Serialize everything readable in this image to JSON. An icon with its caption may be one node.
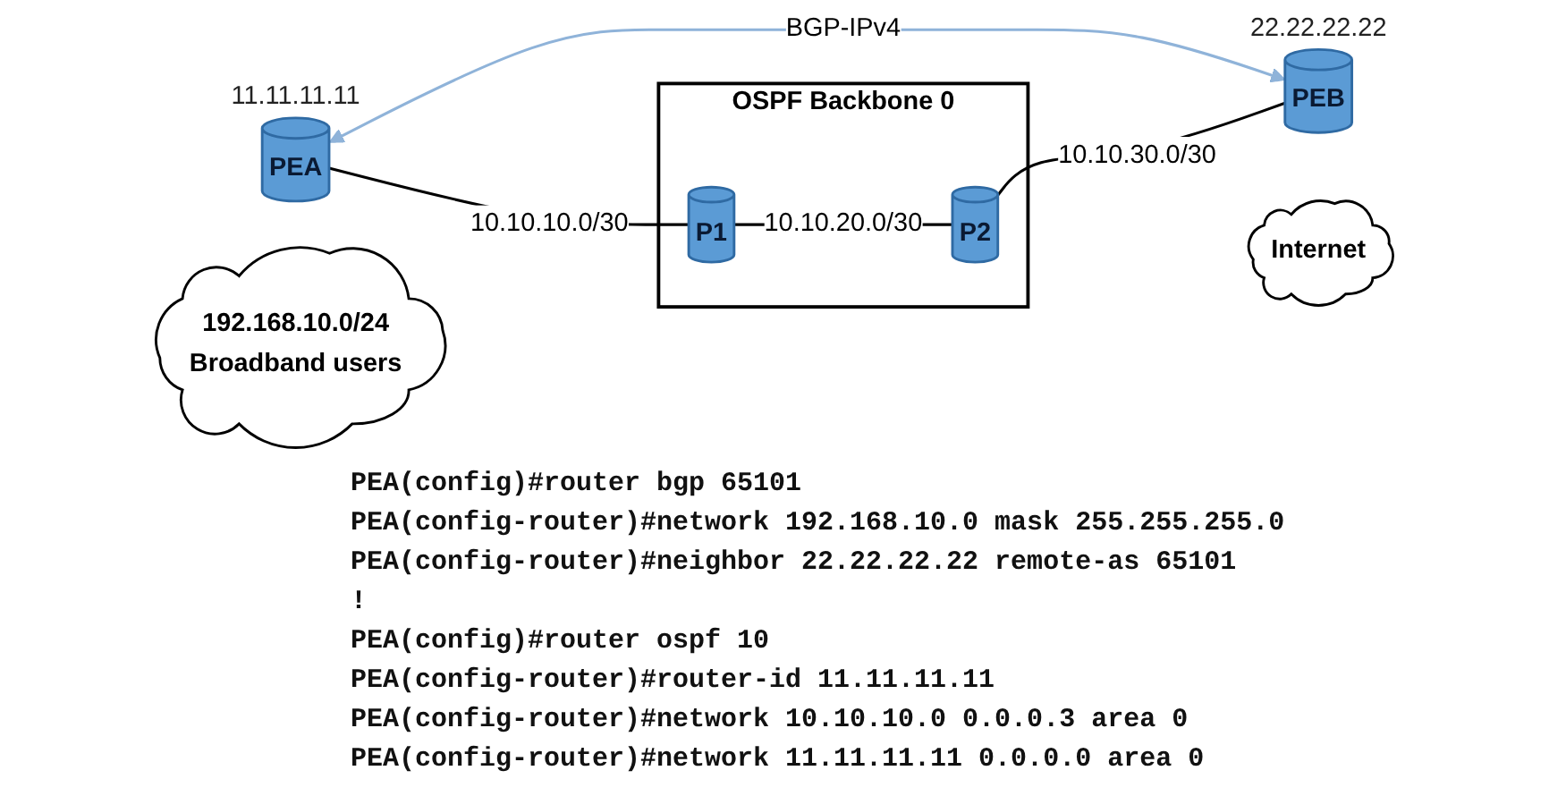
{
  "diagram": {
    "nodes": [
      {
        "text": [
          "OSPF Backbone 0"
        ]
      },
      {
        "text": [
          "PEA"
        ],
        "beside": [
          "11.11.11.11"
        ]
      },
      {
        "text": [
          "P1"
        ],
        "in": 0
      },
      {
        "text": [
          "P2"
        ],
        "in": 0
      },
      {
        "text": [
          "PEB"
        ],
        "beside": [
          "22.22.22.22"
        ]
      },
      {
        "text": [
          "192.168.10.0/24",
          "Broadband users"
        ]
      },
      {
        "text": [
          "Internet"
        ]
      }
    ],
    "edges": [
      {
        "from": 1,
        "to": 4,
        "arrow": "both",
        "label": "BGP-IPv4",
        "color": "#8fb3d9"
      },
      {
        "from": 1,
        "to": 2,
        "arrow": "none",
        "label": "10.10.10.0/30"
      },
      {
        "from": 2,
        "to": 3,
        "arrow": "none",
        "label": "10.10.20.0/30"
      },
      {
        "from": 3,
        "to": 4,
        "arrow": "none",
        "label": "10.10.30.0/30"
      }
    ],
    "labels": [
      "PEA(config)#router bgp 65101",
      "PEA(config-router)#network 192.168.10.0 mask 255.255.255.0",
      "PEA(config-router)#neighbor 22.22.22.22 remote-as 65101",
      "!",
      "PEA(config)#router ospf 10",
      "PEA(config-router)#router-id 11.11.11.11",
      "PEA(config-router)#network 10.10.10.0 0.0.0.3 area 0",
      "PEA(config-router)#network 11.11.11.11 0.0.0.0 area 0"
    ]
  }
}
